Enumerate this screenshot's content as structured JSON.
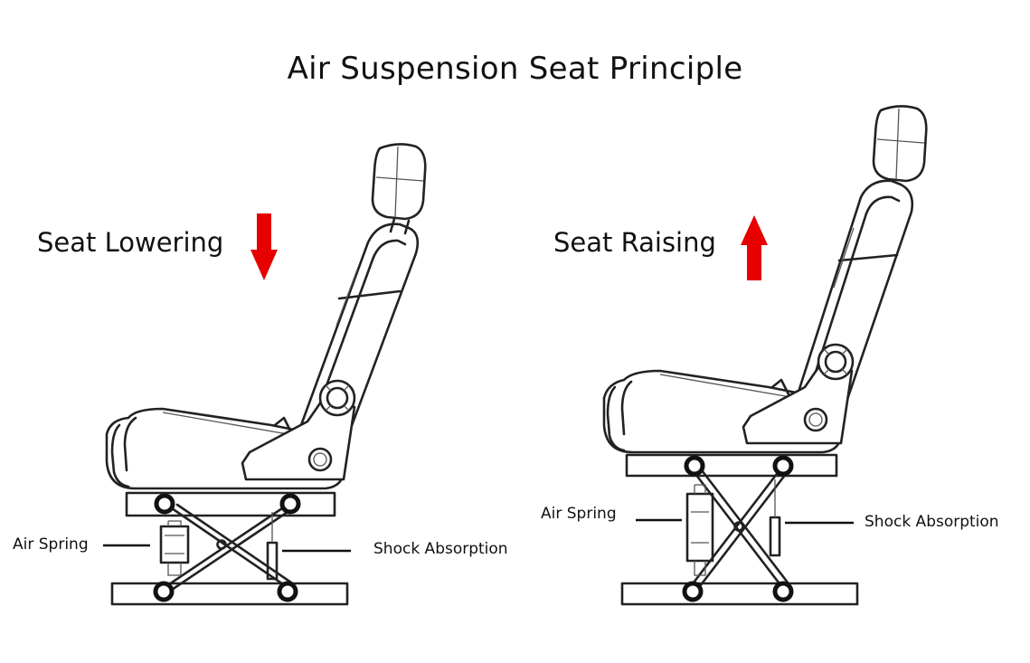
{
  "title": "Air Suspension Seat Principle",
  "panels": [
    {
      "state": "Seat Lowering",
      "direction": "down",
      "labels": {
        "air_spring": "Air Spring",
        "shock": "Shock Absorption"
      }
    },
    {
      "state": "Seat Raising",
      "direction": "up",
      "labels": {
        "air_spring": "Air Spring",
        "shock": "Shock Absorption"
      }
    }
  ],
  "colors": {
    "arrow": "#e60000",
    "line": "#222222",
    "background": "#ffffff"
  },
  "icons": [
    "arrow-down-icon",
    "arrow-up-icon"
  ]
}
